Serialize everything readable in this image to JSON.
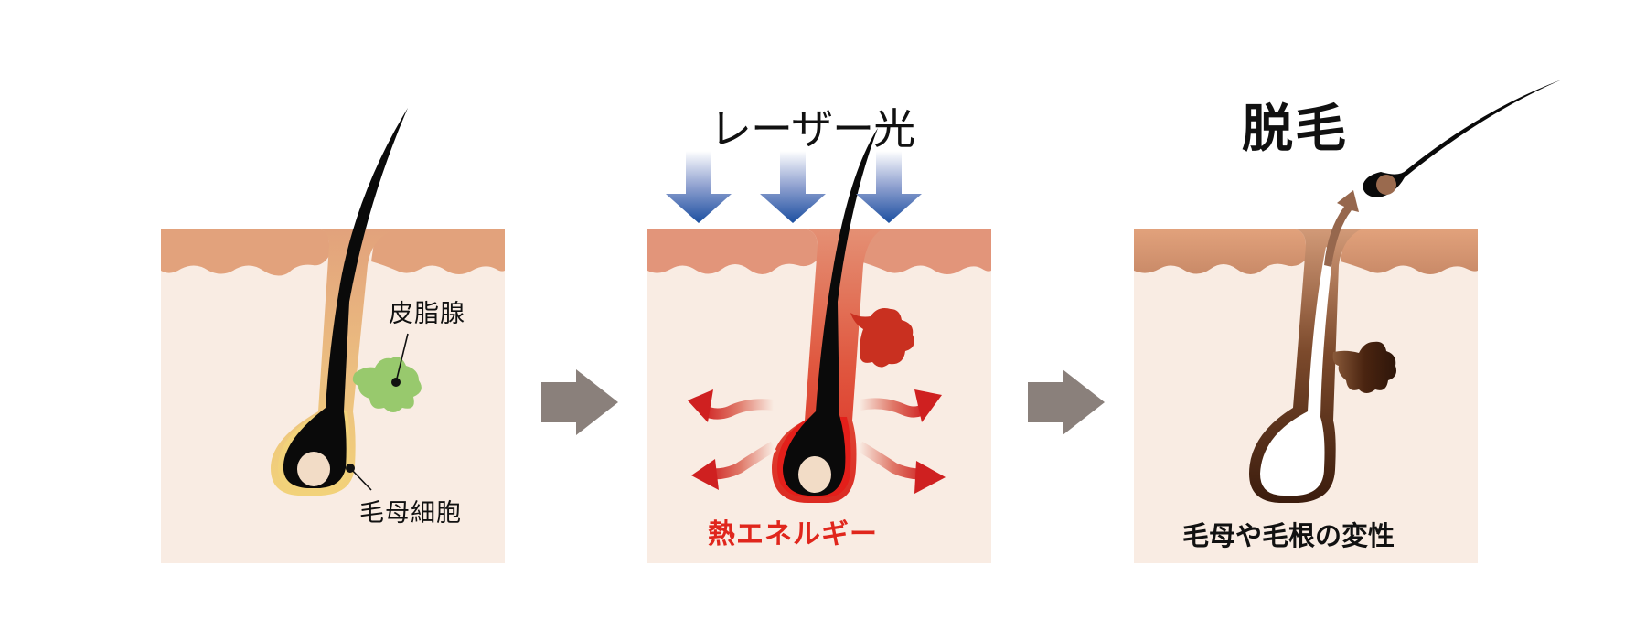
{
  "diagram": {
    "steps": [
      {
        "id": "normal",
        "labels": {
          "sebaceous_gland": "皮脂腺",
          "hair_matrix_cells": "毛母細胞"
        }
      },
      {
        "id": "laser",
        "title": "レーザー光",
        "caption": "熱エネルギー"
      },
      {
        "id": "removal",
        "title": "脱毛",
        "caption": "毛母や毛根の変性"
      }
    ],
    "colors": {
      "background": "#ffffff",
      "skin_dermis": "#f9ece3",
      "epidermis": "#e2a27c",
      "follicle_normal": "#eab77e",
      "follicle_inner": "#f2cf78",
      "sebaceous_normal": "#98c96d",
      "hair": "#0a0a0a",
      "papilla": "#f2dcc6",
      "laser_arrow_top": "#ffffff",
      "laser_arrow_bottom": "#1b4fa0",
      "heat_red": "#dd2a22",
      "heat_text": "#e0261c",
      "damaged_brown": "#3e1d0e",
      "removal_arrow": "#96674d",
      "step_arrow": "#8a807b"
    }
  }
}
